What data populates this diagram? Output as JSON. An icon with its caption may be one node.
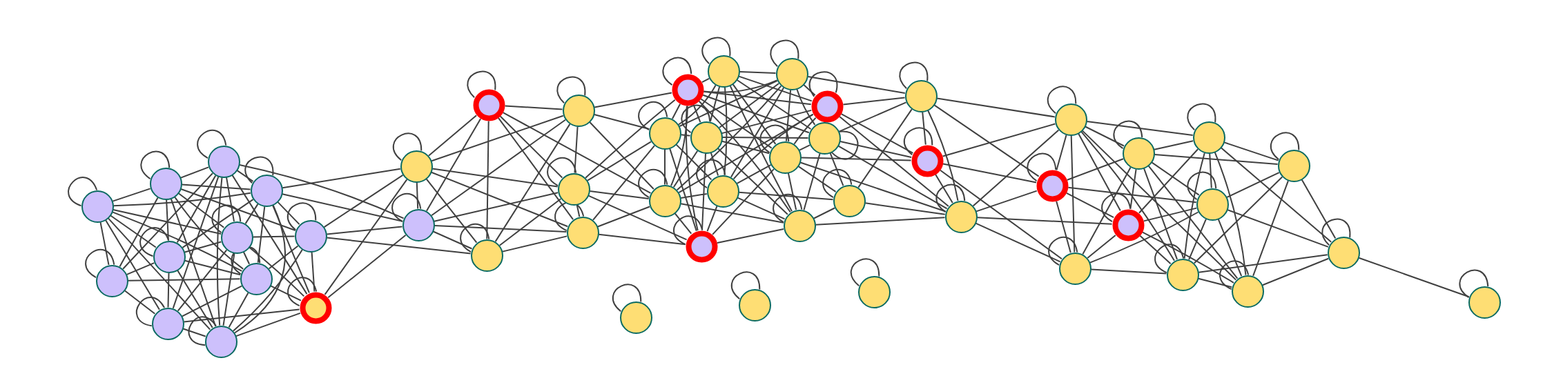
{
  "diagram": {
    "nodes": [
      {
        "text": [],
        "shape": "circle"
      },
      {
        "text": [],
        "shape": "circle"
      },
      {
        "text": [],
        "shape": "circle"
      },
      {
        "text": [],
        "shape": "circle"
      },
      {
        "text": [],
        "shape": "circle"
      },
      {
        "text": [],
        "shape": "circle"
      },
      {
        "text": [],
        "shape": "circle"
      },
      {
        "text": [],
        "shape": "circle"
      },
      {
        "text": [],
        "shape": "circle"
      },
      {
        "text": [],
        "shape": "circle"
      },
      {
        "text": [],
        "shape": "circle"
      },
      {
        "text": [],
        "shape": "circle"
      },
      {
        "text": [],
        "shape": "circle"
      },
      {
        "text": [],
        "shape": "circle"
      },
      {
        "text": [],
        "shape": "circle"
      },
      {
        "text": [],
        "shape": "circle"
      },
      {
        "text": [],
        "shape": "circle"
      },
      {
        "text": [],
        "shape": "circle"
      },
      {
        "text": [],
        "shape": "circle"
      },
      {
        "text": [],
        "shape": "circle"
      },
      {
        "text": [],
        "shape": "circle"
      },
      {
        "text": [],
        "shape": "circle"
      },
      {
        "text": [],
        "shape": "circle"
      },
      {
        "text": [],
        "shape": "circle"
      },
      {
        "text": [],
        "shape": "circle"
      },
      {
        "text": [],
        "shape": "circle"
      },
      {
        "text": [],
        "shape": "circle"
      },
      {
        "text": [],
        "shape": "circle"
      },
      {
        "text": [],
        "shape": "circle"
      },
      {
        "text": [],
        "shape": "circle"
      },
      {
        "text": [],
        "shape": "circle"
      },
      {
        "text": [],
        "shape": "circle"
      },
      {
        "text": [],
        "shape": "circle"
      },
      {
        "text": [],
        "shape": "circle"
      },
      {
        "text": [],
        "shape": "circle"
      },
      {
        "text": [],
        "shape": "circle"
      },
      {
        "text": [],
        "shape": "circle"
      },
      {
        "text": [],
        "shape": "circle"
      },
      {
        "text": [],
        "shape": "circle"
      },
      {
        "text": [],
        "shape": "circle"
      },
      {
        "text": [],
        "shape": "circle"
      },
      {
        "text": [],
        "shape": "circle"
      },
      {
        "text": [],
        "shape": "circle"
      },
      {
        "text": [],
        "shape": "circle"
      },
      {
        "text": [],
        "shape": "circle"
      },
      {
        "text": [],
        "shape": "circle"
      },
      {
        "text": [],
        "shape": "circle"
      },
      {
        "text": [],
        "shape": "circle"
      },
      {
        "text": [],
        "shape": "circle"
      },
      {
        "text": [],
        "shape": "circle"
      }
    ],
    "edges": [
      {
        "from": 0,
        "to": 1,
        "arrow": "none"
      },
      {
        "from": 0,
        "to": 3,
        "arrow": "none"
      },
      {
        "from": 0,
        "to": 4,
        "arrow": "none"
      },
      {
        "from": 0,
        "to": 6,
        "arrow": "none"
      },
      {
        "from": 0,
        "to": 7,
        "arrow": "none"
      },
      {
        "from": 0,
        "to": 8,
        "arrow": "none"
      },
      {
        "from": 0,
        "to": 9,
        "arrow": "none"
      },
      {
        "from": 0,
        "to": 10,
        "arrow": "none"
      },
      {
        "from": 1,
        "to": 2,
        "arrow": "none"
      },
      {
        "from": 1,
        "to": 3,
        "arrow": "none"
      },
      {
        "from": 1,
        "to": 4,
        "arrow": "none"
      },
      {
        "from": 1,
        "to": 5,
        "arrow": "none"
      },
      {
        "from": 1,
        "to": 6,
        "arrow": "none"
      },
      {
        "from": 1,
        "to": 7,
        "arrow": "none"
      },
      {
        "from": 1,
        "to": 8,
        "arrow": "none"
      },
      {
        "from": 1,
        "to": 10,
        "arrow": "none"
      },
      {
        "from": 2,
        "to": 3,
        "arrow": "none"
      },
      {
        "from": 2,
        "to": 4,
        "arrow": "none"
      },
      {
        "from": 2,
        "to": 6,
        "arrow": "none"
      },
      {
        "from": 2,
        "to": 8,
        "arrow": "none"
      },
      {
        "from": 2,
        "to": 9,
        "arrow": "none"
      },
      {
        "from": 2,
        "to": 10,
        "arrow": "none"
      },
      {
        "from": 2,
        "to": 11,
        "arrow": "none"
      },
      {
        "from": 2,
        "to": 13,
        "arrow": "none"
      },
      {
        "from": 3,
        "to": 4,
        "arrow": "none"
      },
      {
        "from": 3,
        "to": 5,
        "arrow": "none"
      },
      {
        "from": 3,
        "to": 6,
        "arrow": "none"
      },
      {
        "from": 3,
        "to": 7,
        "arrow": "none"
      },
      {
        "from": 3,
        "to": 10,
        "arrow": "none"
      },
      {
        "from": 3,
        "to": 11,
        "arrow": "none"
      },
      {
        "from": 3,
        "to": 12,
        "arrow": "none"
      },
      {
        "from": 3,
        "to": 13,
        "arrow": "none"
      },
      {
        "from": 4,
        "to": 5,
        "arrow": "none"
      },
      {
        "from": 4,
        "to": 6,
        "arrow": "none"
      },
      {
        "from": 4,
        "to": 7,
        "arrow": "none"
      },
      {
        "from": 4,
        "to": 9,
        "arrow": "none"
      },
      {
        "from": 4,
        "to": 10,
        "arrow": "none"
      },
      {
        "from": 4,
        "to": 11,
        "arrow": "none"
      },
      {
        "from": 5,
        "to": 7,
        "arrow": "none"
      },
      {
        "from": 5,
        "to": 10,
        "arrow": "none"
      },
      {
        "from": 5,
        "to": 11,
        "arrow": "none"
      },
      {
        "from": 5,
        "to": 12,
        "arrow": "none"
      },
      {
        "from": 5,
        "to": 13,
        "arrow": "none"
      },
      {
        "from": 5,
        "to": 15,
        "arrow": "none"
      },
      {
        "from": 6,
        "to": 7,
        "arrow": "none"
      },
      {
        "from": 6,
        "to": 8,
        "arrow": "none"
      },
      {
        "from": 6,
        "to": 9,
        "arrow": "none"
      },
      {
        "from": 6,
        "to": 10,
        "arrow": "none"
      },
      {
        "from": 7,
        "to": 8,
        "arrow": "none"
      },
      {
        "from": 7,
        "to": 9,
        "arrow": "none"
      },
      {
        "from": 7,
        "to": 10,
        "arrow": "none"
      },
      {
        "from": 7,
        "to": 11,
        "arrow": "none"
      },
      {
        "from": 8,
        "to": 9,
        "arrow": "none"
      },
      {
        "from": 9,
        "to": 10,
        "arrow": "none"
      },
      {
        "from": 9,
        "to": 11,
        "arrow": "none"
      },
      {
        "from": 10,
        "to": 11,
        "arrow": "none"
      },
      {
        "from": 11,
        "to": 12,
        "arrow": "none"
      },
      {
        "from": 11,
        "to": 13,
        "arrow": "none"
      },
      {
        "from": 12,
        "to": 13,
        "arrow": "none"
      },
      {
        "from": 12,
        "to": 14,
        "arrow": "none"
      },
      {
        "from": 12,
        "to": 15,
        "arrow": "none"
      },
      {
        "from": 12,
        "to": 16,
        "arrow": "none"
      },
      {
        "from": 12,
        "to": 17,
        "arrow": "none"
      },
      {
        "from": 12,
        "to": 18,
        "arrow": "none"
      },
      {
        "from": 13,
        "to": 14,
        "arrow": "none"
      },
      {
        "from": 13,
        "to": 15,
        "arrow": "none"
      },
      {
        "from": 13,
        "to": 16,
        "arrow": "none"
      },
      {
        "from": 13,
        "to": 17,
        "arrow": "none"
      },
      {
        "from": 13,
        "to": 18,
        "arrow": "none"
      },
      {
        "from": 14,
        "to": 15,
        "arrow": "none"
      },
      {
        "from": 14,
        "to": 16,
        "arrow": "none"
      },
      {
        "from": 14,
        "to": 17,
        "arrow": "none"
      },
      {
        "from": 14,
        "to": 18,
        "arrow": "none"
      },
      {
        "from": 14,
        "to": 29,
        "arrow": "none"
      },
      {
        "from": 15,
        "to": 16,
        "arrow": "none"
      },
      {
        "from": 15,
        "to": 17,
        "arrow": "none"
      },
      {
        "from": 15,
        "to": 18,
        "arrow": "none"
      },
      {
        "from": 16,
        "to": 17,
        "arrow": "none"
      },
      {
        "from": 16,
        "to": 19,
        "arrow": "none"
      },
      {
        "from": 16,
        "to": 24,
        "arrow": "none"
      },
      {
        "from": 16,
        "to": 29,
        "arrow": "none"
      },
      {
        "from": 17,
        "to": 18,
        "arrow": "none"
      },
      {
        "from": 17,
        "to": 19,
        "arrow": "none"
      },
      {
        "from": 17,
        "to": 24,
        "arrow": "none"
      },
      {
        "from": 17,
        "to": 29,
        "arrow": "none"
      },
      {
        "from": 17,
        "to": 31,
        "arrow": "none"
      },
      {
        "from": 18,
        "to": 24,
        "arrow": "none"
      },
      {
        "from": 18,
        "to": 29,
        "arrow": "none"
      },
      {
        "from": 18,
        "to": 31,
        "arrow": "none"
      },
      {
        "from": 19,
        "to": 20,
        "arrow": "none"
      },
      {
        "from": 19,
        "to": 21,
        "arrow": "none"
      },
      {
        "from": 19,
        "to": 22,
        "arrow": "none"
      },
      {
        "from": 19,
        "to": 24,
        "arrow": "none"
      },
      {
        "from": 19,
        "to": 25,
        "arrow": "none"
      },
      {
        "from": 19,
        "to": 26,
        "arrow": "none"
      },
      {
        "from": 19,
        "to": 27,
        "arrow": "none"
      },
      {
        "from": 19,
        "to": 29,
        "arrow": "none"
      },
      {
        "from": 19,
        "to": 31,
        "arrow": "none"
      },
      {
        "from": 19,
        "to": 32,
        "arrow": "none"
      },
      {
        "from": 20,
        "to": 21,
        "arrow": "none"
      },
      {
        "from": 20,
        "to": 22,
        "arrow": "none"
      },
      {
        "from": 20,
        "to": 24,
        "arrow": "none"
      },
      {
        "from": 20,
        "to": 25,
        "arrow": "none"
      },
      {
        "from": 20,
        "to": 26,
        "arrow": "none"
      },
      {
        "from": 20,
        "to": 27,
        "arrow": "none"
      },
      {
        "from": 20,
        "to": 30,
        "arrow": "none"
      },
      {
        "from": 20,
        "to": 32,
        "arrow": "none"
      },
      {
        "from": 21,
        "to": 22,
        "arrow": "none"
      },
      {
        "from": 21,
        "to": 23,
        "arrow": "none"
      },
      {
        "from": 21,
        "to": 24,
        "arrow": "none"
      },
      {
        "from": 21,
        "to": 25,
        "arrow": "none"
      },
      {
        "from": 21,
        "to": 26,
        "arrow": "none"
      },
      {
        "from": 21,
        "to": 27,
        "arrow": "none"
      },
      {
        "from": 21,
        "to": 29,
        "arrow": "none"
      },
      {
        "from": 21,
        "to": 30,
        "arrow": "none"
      },
      {
        "from": 22,
        "to": 23,
        "arrow": "none"
      },
      {
        "from": 22,
        "to": 25,
        "arrow": "none"
      },
      {
        "from": 22,
        "to": 27,
        "arrow": "none"
      },
      {
        "from": 22,
        "to": 28,
        "arrow": "none"
      },
      {
        "from": 22,
        "to": 29,
        "arrow": "none"
      },
      {
        "from": 22,
        "to": 30,
        "arrow": "none"
      },
      {
        "from": 22,
        "to": 34,
        "arrow": "none"
      },
      {
        "from": 23,
        "to": 26,
        "arrow": "none"
      },
      {
        "from": 23,
        "to": 28,
        "arrow": "none"
      },
      {
        "from": 23,
        "to": 33,
        "arrow": "none"
      },
      {
        "from": 23,
        "to": 34,
        "arrow": "none"
      },
      {
        "from": 23,
        "to": 35,
        "arrow": "none"
      },
      {
        "from": 23,
        "to": 39,
        "arrow": "none"
      },
      {
        "from": 24,
        "to": 25,
        "arrow": "none"
      },
      {
        "from": 24,
        "to": 29,
        "arrow": "none"
      },
      {
        "from": 24,
        "to": 30,
        "arrow": "none"
      },
      {
        "from": 24,
        "to": 31,
        "arrow": "none"
      },
      {
        "from": 25,
        "to": 26,
        "arrow": "none"
      },
      {
        "from": 25,
        "to": 27,
        "arrow": "none"
      },
      {
        "from": 25,
        "to": 29,
        "arrow": "none"
      },
      {
        "from": 25,
        "to": 30,
        "arrow": "none"
      },
      {
        "from": 25,
        "to": 31,
        "arrow": "none"
      },
      {
        "from": 25,
        "to": 32,
        "arrow": "none"
      },
      {
        "from": 26,
        "to": 27,
        "arrow": "none"
      },
      {
        "from": 26,
        "to": 28,
        "arrow": "none"
      },
      {
        "from": 26,
        "to": 32,
        "arrow": "none"
      },
      {
        "from": 26,
        "to": 33,
        "arrow": "none"
      },
      {
        "from": 26,
        "to": 34,
        "arrow": "none"
      },
      {
        "from": 27,
        "to": 28,
        "arrow": "none"
      },
      {
        "from": 27,
        "to": 30,
        "arrow": "none"
      },
      {
        "from": 27,
        "to": 31,
        "arrow": "none"
      },
      {
        "from": 27,
        "to": 32,
        "arrow": "none"
      },
      {
        "from": 27,
        "to": 33,
        "arrow": "none"
      },
      {
        "from": 27,
        "to": 34,
        "arrow": "none"
      },
      {
        "from": 28,
        "to": 34,
        "arrow": "none"
      },
      {
        "from": 28,
        "to": 35,
        "arrow": "none"
      },
      {
        "from": 28,
        "to": 39,
        "arrow": "none"
      },
      {
        "from": 28,
        "to": 42,
        "arrow": "none"
      },
      {
        "from": 29,
        "to": 30,
        "arrow": "none"
      },
      {
        "from": 29,
        "to": 31,
        "arrow": "none"
      },
      {
        "from": 29,
        "to": 32,
        "arrow": "none"
      },
      {
        "from": 30,
        "to": 31,
        "arrow": "none"
      },
      {
        "from": 30,
        "to": 32,
        "arrow": "none"
      },
      {
        "from": 30,
        "to": 33,
        "arrow": "none"
      },
      {
        "from": 31,
        "to": 32,
        "arrow": "none"
      },
      {
        "from": 32,
        "to": 33,
        "arrow": "none"
      },
      {
        "from": 32,
        "to": 34,
        "arrow": "none"
      },
      {
        "from": 33,
        "to": 34,
        "arrow": "none"
      },
      {
        "from": 34,
        "to": 35,
        "arrow": "none"
      },
      {
        "from": 34,
        "to": 39,
        "arrow": "none"
      },
      {
        "from": 34,
        "to": 40,
        "arrow": "none"
      },
      {
        "from": 34,
        "to": 42,
        "arrow": "none"
      },
      {
        "from": 35,
        "to": 36,
        "arrow": "none"
      },
      {
        "from": 35,
        "to": 37,
        "arrow": "none"
      },
      {
        "from": 35,
        "to": 39,
        "arrow": "none"
      },
      {
        "from": 35,
        "to": 40,
        "arrow": "none"
      },
      {
        "from": 35,
        "to": 42,
        "arrow": "none"
      },
      {
        "from": 35,
        "to": 43,
        "arrow": "none"
      },
      {
        "from": 35,
        "to": 44,
        "arrow": "none"
      },
      {
        "from": 36,
        "to": 37,
        "arrow": "none"
      },
      {
        "from": 36,
        "to": 38,
        "arrow": "none"
      },
      {
        "from": 36,
        "to": 39,
        "arrow": "none"
      },
      {
        "from": 36,
        "to": 40,
        "arrow": "none"
      },
      {
        "from": 36,
        "to": 41,
        "arrow": "none"
      },
      {
        "from": 36,
        "to": 42,
        "arrow": "none"
      },
      {
        "from": 36,
        "to": 43,
        "arrow": "none"
      },
      {
        "from": 36,
        "to": 44,
        "arrow": "none"
      },
      {
        "from": 37,
        "to": 38,
        "arrow": "none"
      },
      {
        "from": 37,
        "to": 40,
        "arrow": "none"
      },
      {
        "from": 37,
        "to": 41,
        "arrow": "none"
      },
      {
        "from": 37,
        "to": 43,
        "arrow": "none"
      },
      {
        "from": 37,
        "to": 44,
        "arrow": "none"
      },
      {
        "from": 37,
        "to": 45,
        "arrow": "none"
      },
      {
        "from": 38,
        "to": 41,
        "arrow": "none"
      },
      {
        "from": 38,
        "to": 43,
        "arrow": "none"
      },
      {
        "from": 38,
        "to": 44,
        "arrow": "none"
      },
      {
        "from": 38,
        "to": 45,
        "arrow": "none"
      },
      {
        "from": 39,
        "to": 40,
        "arrow": "none"
      },
      {
        "from": 39,
        "to": 41,
        "arrow": "none"
      },
      {
        "from": 39,
        "to": 42,
        "arrow": "none"
      },
      {
        "from": 40,
        "to": 41,
        "arrow": "none"
      },
      {
        "from": 40,
        "to": 42,
        "arrow": "none"
      },
      {
        "from": 40,
        "to": 43,
        "arrow": "none"
      },
      {
        "from": 40,
        "to": 44,
        "arrow": "none"
      },
      {
        "from": 41,
        "to": 42,
        "arrow": "none"
      },
      {
        "from": 41,
        "to": 43,
        "arrow": "none"
      },
      {
        "from": 41,
        "to": 44,
        "arrow": "none"
      },
      {
        "from": 41,
        "to": 45,
        "arrow": "none"
      },
      {
        "from": 42,
        "to": 43,
        "arrow": "none"
      },
      {
        "from": 43,
        "to": 44,
        "arrow": "none"
      },
      {
        "from": 43,
        "to": 45,
        "arrow": "none"
      },
      {
        "from": 44,
        "to": 45,
        "arrow": "none"
      },
      {
        "from": 45,
        "to": 46,
        "arrow": "none"
      },
      {
        "from": 0,
        "to": 0,
        "arrow": "none"
      },
      {
        "from": 1,
        "to": 1,
        "arrow": "none"
      },
      {
        "from": 2,
        "to": 2,
        "arrow": "none"
      },
      {
        "from": 3,
        "to": 3,
        "arrow": "none"
      },
      {
        "from": 4,
        "to": 4,
        "arrow": "none"
      },
      {
        "from": 5,
        "to": 5,
        "arrow": "none"
      },
      {
        "from": 6,
        "to": 6,
        "arrow": "none"
      },
      {
        "from": 7,
        "to": 7,
        "arrow": "none"
      },
      {
        "from": 8,
        "to": 8,
        "arrow": "none"
      },
      {
        "from": 9,
        "to": 9,
        "arrow": "none"
      },
      {
        "from": 10,
        "to": 10,
        "arrow": "none"
      },
      {
        "from": 11,
        "to": 11,
        "arrow": "none"
      },
      {
        "from": 12,
        "to": 12,
        "arrow": "none"
      },
      {
        "from": 13,
        "to": 13,
        "arrow": "none"
      },
      {
        "from": 14,
        "to": 14,
        "arrow": "none"
      },
      {
        "from": 15,
        "to": 15,
        "arrow": "none"
      },
      {
        "from": 16,
        "to": 16,
        "arrow": "none"
      },
      {
        "from": 17,
        "to": 17,
        "arrow": "none"
      },
      {
        "from": 18,
        "to": 18,
        "arrow": "none"
      },
      {
        "from": 19,
        "to": 19,
        "arrow": "none"
      },
      {
        "from": 20,
        "to": 20,
        "arrow": "none"
      },
      {
        "from": 21,
        "to": 21,
        "arrow": "none"
      },
      {
        "from": 22,
        "to": 22,
        "arrow": "none"
      },
      {
        "from": 23,
        "to": 23,
        "arrow": "none"
      },
      {
        "from": 24,
        "to": 24,
        "arrow": "none"
      },
      {
        "from": 25,
        "to": 25,
        "arrow": "none"
      },
      {
        "from": 26,
        "to": 26,
        "arrow": "none"
      },
      {
        "from": 27,
        "to": 27,
        "arrow": "none"
      },
      {
        "from": 28,
        "to": 28,
        "arrow": "none"
      },
      {
        "from": 29,
        "to": 29,
        "arrow": "none"
      },
      {
        "from": 30,
        "to": 30,
        "arrow": "none"
      },
      {
        "from": 31,
        "to": 31,
        "arrow": "none"
      },
      {
        "from": 32,
        "to": 32,
        "arrow": "none"
      },
      {
        "from": 33,
        "to": 33,
        "arrow": "none"
      },
      {
        "from": 34,
        "to": 34,
        "arrow": "none"
      },
      {
        "from": 35,
        "to": 35,
        "arrow": "none"
      },
      {
        "from": 36,
        "to": 36,
        "arrow": "none"
      },
      {
        "from": 37,
        "to": 37,
        "arrow": "none"
      },
      {
        "from": 38,
        "to": 38,
        "arrow": "none"
      },
      {
        "from": 39,
        "to": 39,
        "arrow": "none"
      },
      {
        "from": 40,
        "to": 40,
        "arrow": "none"
      },
      {
        "from": 41,
        "to": 41,
        "arrow": "none"
      },
      {
        "from": 42,
        "to": 42,
        "arrow": "none"
      },
      {
        "from": 43,
        "to": 43,
        "arrow": "none"
      },
      {
        "from": 44,
        "to": 44,
        "arrow": "none"
      },
      {
        "from": 45,
        "to": 45,
        "arrow": "none"
      },
      {
        "from": 46,
        "to": 46,
        "arrow": "none"
      },
      {
        "from": 47,
        "to": 47,
        "arrow": "none"
      },
      {
        "from": 48,
        "to": 48,
        "arrow": "none"
      },
      {
        "from": 49,
        "to": 49,
        "arrow": "none"
      }
    ]
  }
}
